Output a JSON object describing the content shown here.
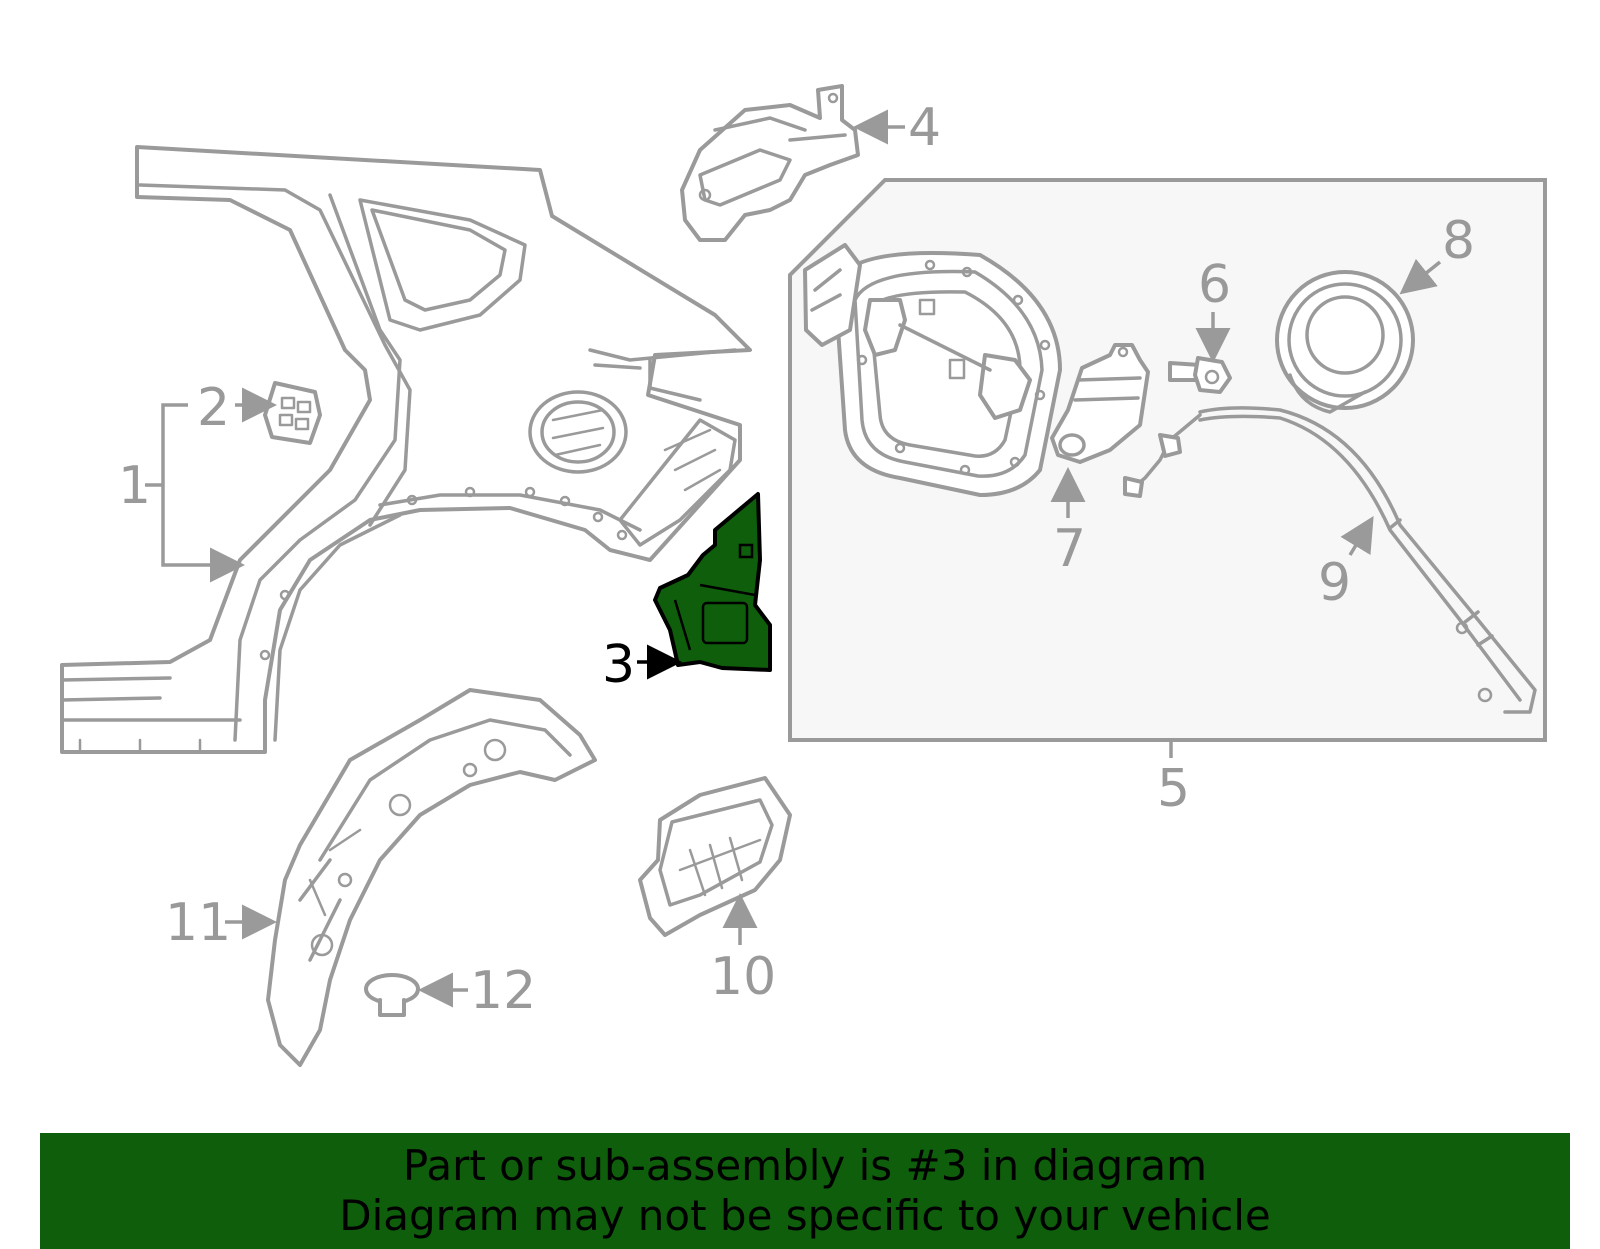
{
  "callouts": {
    "c1": "1",
    "c2": "2",
    "c3": "3",
    "c4": "4",
    "c5": "5",
    "c6": "6",
    "c7": "7",
    "c8": "8",
    "c9": "9",
    "c10": "10",
    "c11": "11",
    "c12": "12"
  },
  "highlight_part": "3",
  "colors": {
    "highlight": "#0e5e0b",
    "line_art": "#9a9a9a",
    "inset_bg": "#f7f7f7"
  },
  "banner": {
    "line1": "Part or sub-assembly is #3 in diagram",
    "line2": "Diagram may not be specific to your vehicle"
  }
}
